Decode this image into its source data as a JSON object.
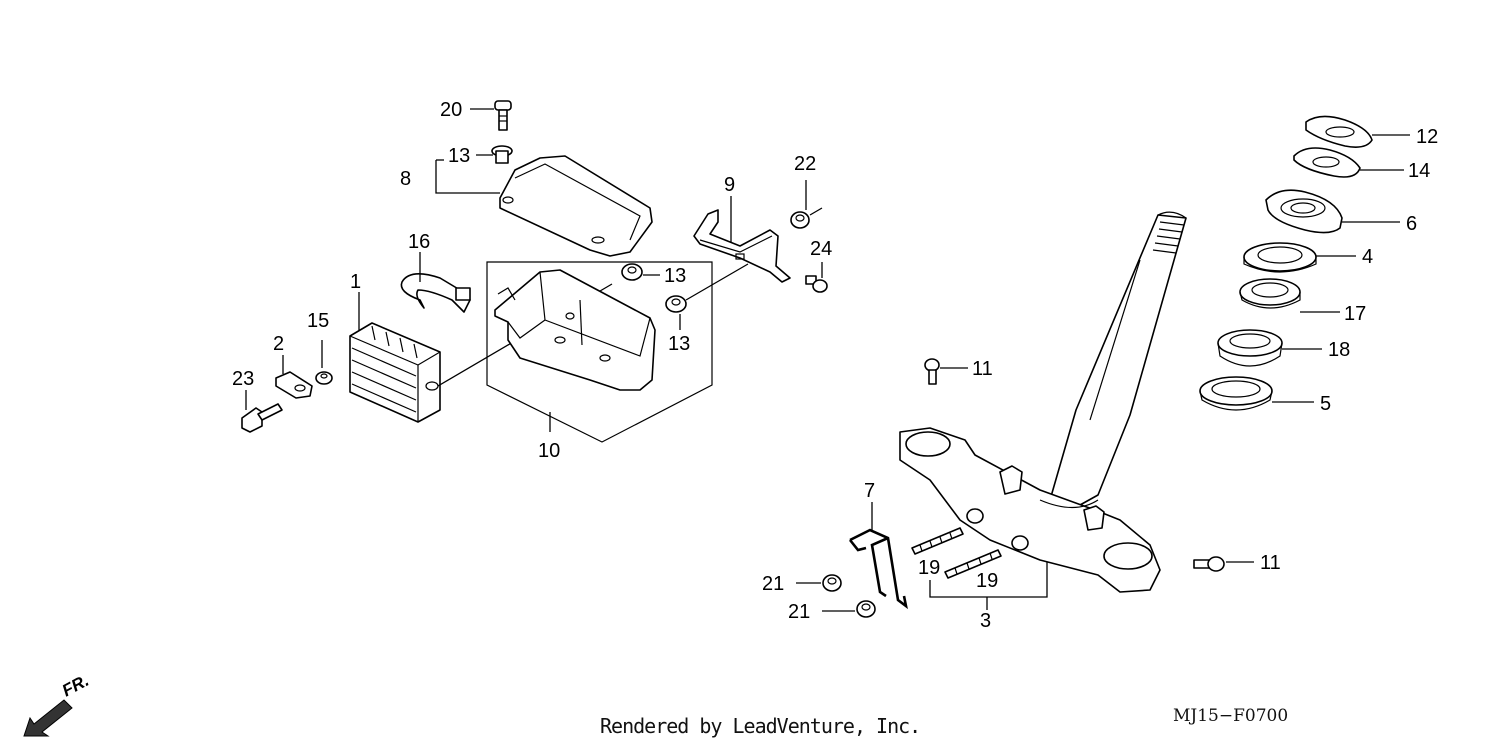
{
  "callouts": {
    "c1": "1",
    "c2": "2",
    "c3": "3",
    "c4": "4",
    "c5": "5",
    "c6": "6",
    "c7": "7",
    "c8": "8",
    "c9": "9",
    "c10": "10",
    "c11a": "11",
    "c11b": "11",
    "c12": "12",
    "c13a": "13",
    "c13b": "13",
    "c13c": "13",
    "c14": "14",
    "c15": "15",
    "c16": "16",
    "c17": "17",
    "c18": "18",
    "c19a": "19",
    "c19b": "19",
    "c20": "20",
    "c21a": "21",
    "c21b": "21",
    "c22": "22",
    "c23": "23",
    "c24": "24"
  },
  "footer": {
    "credit": "Rendered by LeadVenture, Inc.",
    "figure_code": "MJ15−F0700",
    "direction": "FR."
  }
}
